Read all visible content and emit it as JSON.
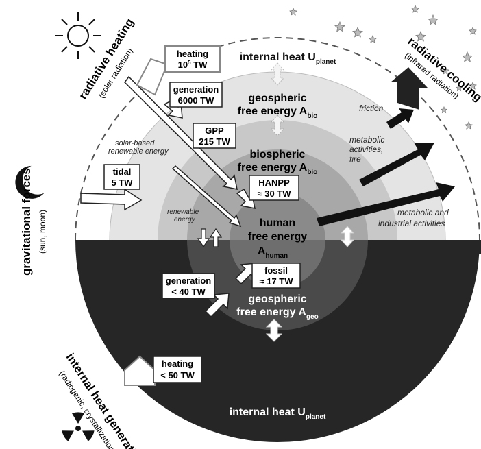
{
  "zones": {
    "atmosphere_top": "internal heat U",
    "atmosphere_top_sub": "planet",
    "geo_top_1": "geospheric",
    "geo_top_2": "free energy A",
    "geo_top_sub": "bio",
    "bio_1": "biospheric",
    "bio_2": "free energy A",
    "bio_sub": "bio",
    "human_1": "human",
    "human_2": "free energy",
    "human_3": "A",
    "human_sub": "human",
    "geo_bottom_1": "geospheric",
    "geo_bottom_2": "free energy A",
    "geo_bottom_sub": "geo",
    "bottom_heat": "internal heat U",
    "bottom_heat_sub": "planet"
  },
  "side_labels": {
    "radiative_heating": "radiative heating",
    "radiative_heating_sub": "(solar radiation)",
    "radiative_cooling": "radiative cooling",
    "radiative_cooling_sub": "(infrared radiation)",
    "gravitational": "gravitational forces",
    "gravitational_sub": "(sun, moon)",
    "internal_heat_gen": "internal heat generation",
    "internal_heat_gen_sub": "(radiogenic, crystallization)"
  },
  "boxes": {
    "heating_solar": {
      "line1": "heating",
      "line2": "10",
      "line2_sup": "5",
      "line2_unit": " TW"
    },
    "generation_top": {
      "line1": "generation",
      "line2": "6000 TW"
    },
    "gpp": {
      "line1": "GPP",
      "line2": "215 TW"
    },
    "tidal": {
      "line1": "tidal",
      "line2": "5 TW"
    },
    "hanpp": {
      "line1": "HANPP",
      "line2": "≈ 30 TW"
    },
    "fossil": {
      "line1": "fossil",
      "line2": "≈ 17 TW"
    },
    "generation_bottom": {
      "line1": "generation",
      "line2": "< 40 TW"
    },
    "heating_internal": {
      "line1": "heating",
      "line2": "< 50 TW"
    }
  },
  "annotations": {
    "solar_based_1": "solar-based",
    "solar_based_2": "renewable energy",
    "renewable_1": "renewable",
    "renewable_2": "energy",
    "friction": "friction",
    "metabolic_fire_1": "metabolic",
    "metabolic_fire_2": "activities,",
    "metabolic_fire_3": "fire",
    "metabolic_ind_1": "metabolic and",
    "metabolic_ind_2": "industrial activities"
  },
  "colors": {
    "outer_ring": "#e4e4e4",
    "geo_top_ring": "#c8c8c8",
    "bio_ring": "#a8a8a8",
    "human_core": "#8a8a8a",
    "lower_half": "#262626",
    "geo_bottom_ring": "#4a4a4a",
    "human_bottom": "#6e6e6e"
  }
}
